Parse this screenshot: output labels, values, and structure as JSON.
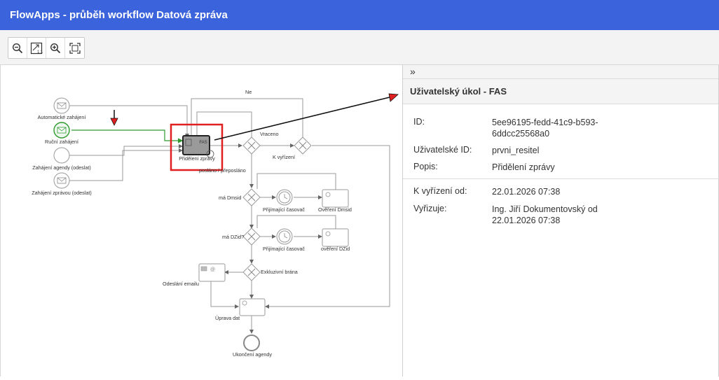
{
  "window": {
    "title": "FlowApps - průběh workflow Datová zpráva"
  },
  "toolbar": {
    "buttons": [
      {
        "name": "zoom-out",
        "icon": "zoom-out-icon"
      },
      {
        "name": "zoom-reset",
        "icon": "actual-size-icon"
      },
      {
        "name": "zoom-in",
        "icon": "zoom-in-icon"
      },
      {
        "name": "fit-to-screen",
        "icon": "fit-screen-icon"
      }
    ]
  },
  "diagram": {
    "events": {
      "auto_start": "Automatické zahájení",
      "manual_start": "Ruční zahájení",
      "agenda_start": "Zahájení agendy (odeslat)",
      "message_start": "Zahájení zprávou (odeslat)",
      "end": "Ukončení agendy"
    },
    "tasks": {
      "assign": {
        "label": "Přidělení zprávy",
        "badge": "FAS"
      },
      "verify_dmsid": "Ověření Dmsid",
      "verify_dzid": "ověření DZid",
      "send_email": "Odeslání emailu",
      "edit_data": "Úprava dat"
    },
    "timers": {
      "timer1": "Přijímající časovač",
      "timer2": "Přijímající časovač"
    },
    "gateways": {
      "returned": "Vraceno",
      "to_process": "K vyřízení",
      "has_dmsid": "má Dmsid",
      "has_dzid": "má DZid?",
      "exclusive": "Exkluzivní brána"
    },
    "flows": {
      "no": "Ne",
      "forwarded": "posláno / přeposláno"
    },
    "highlight_color": "#e02020",
    "active_task_color": "#9a9a9a"
  },
  "details": {
    "toggle_icon": "double-chevron-right-icon",
    "title": "Uživatelský úkol - FAS",
    "fields": [
      {
        "label": "ID:",
        "value": "5ee96195-fedd-41c9-b593-6ddcc25568a0"
      },
      {
        "label": "Uživatelské ID:",
        "value": "prvni_resitel"
      },
      {
        "label": "Popis:",
        "value": "Přidělení zprávy"
      }
    ],
    "status": [
      {
        "label": "K vyřízení od:",
        "value": "22.01.2026 07:38"
      },
      {
        "label": "Vyřizuje:",
        "value": "Ing. Jiří Dokumentovský od 22.01.2026 07:38"
      }
    ]
  }
}
